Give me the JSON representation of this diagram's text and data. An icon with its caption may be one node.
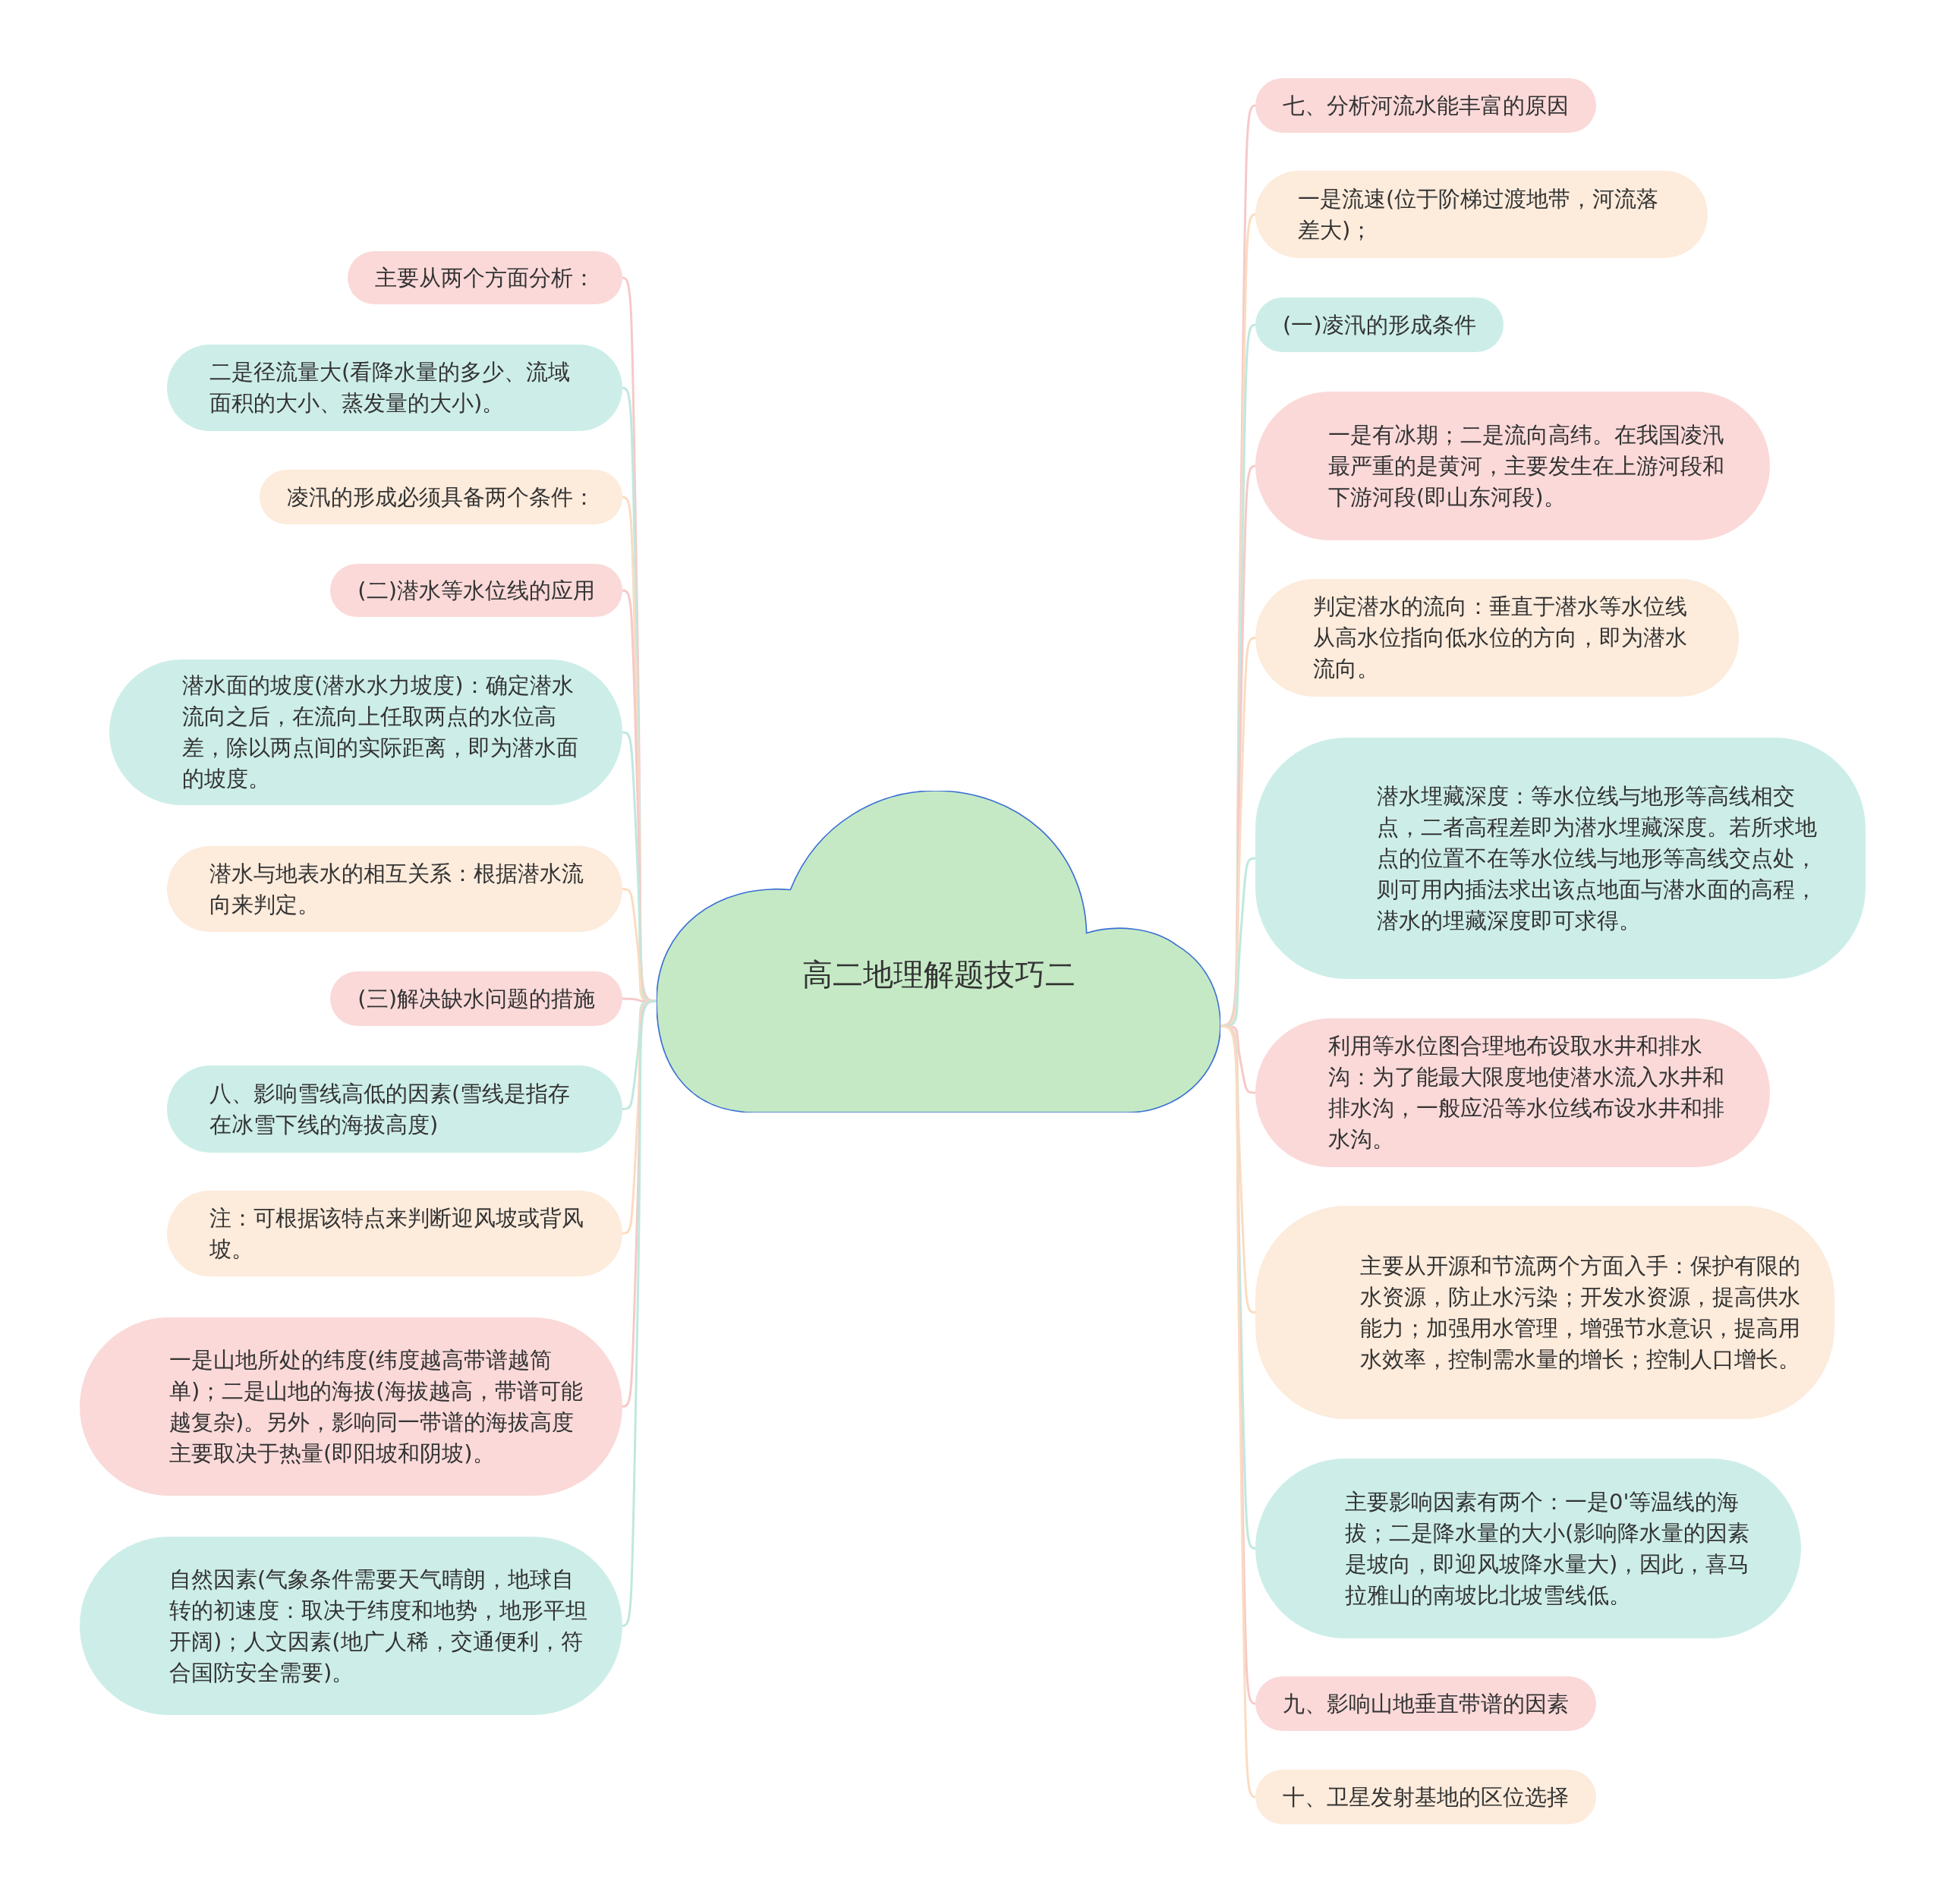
{
  "diagram": {
    "nodes": [
      {
        "text": [
          "高二地理解题技巧二"
        ]
      },
      {
        "text": [
          "主要从两个方面分析："
        ]
      },
      {
        "text": [
          "二是径流量大(看降水量的多少、流域面积的大小、蒸发量的大小)。"
        ]
      },
      {
        "text": [
          "凌汛的形成必须具备两个条件："
        ]
      },
      {
        "text": [
          "(二)潜水等水位线的应用"
        ]
      },
      {
        "text": [
          "潜水面的坡度(潜水水力坡度)：确定潜水流向之后，在流向上任取两点的水位高差，除以两点间的实际距离，即为潜水面的坡度。"
        ]
      },
      {
        "text": [
          "潜水与地表水的相互关系：根据潜水流向来判定。"
        ]
      },
      {
        "text": [
          "(三)解决缺水问题的措施"
        ]
      },
      {
        "text": [
          "八、影响雪线高低的因素(雪线是指存在冰雪下线的海拔高度)"
        ]
      },
      {
        "text": [
          "注：可根据该特点来判断迎风坡或背风坡。"
        ]
      },
      {
        "text": [
          "一是山地所处的纬度(纬度越高带谱越简单)；二是山地的海拔(海拔越高，带谱可能越复杂)。另外，影响同一带谱的海拔高度主要取决于热量(即阳坡和阴坡)。"
        ]
      },
      {
        "text": [
          "自然因素(气象条件需要天气晴朗，地球自转的初速度：取决于纬度和地势，地形平坦开阔)；人文因素(地广人稀，交通便利，符合国防安全需要)。"
        ]
      },
      {
        "text": [
          "七、分析河流水能丰富的原因"
        ]
      },
      {
        "text": [
          "一是流速(位于阶梯过渡地带，河流落差大)；"
        ]
      },
      {
        "text": [
          "(一)凌汛的形成条件"
        ]
      },
      {
        "text": [
          "一是有冰期；二是流向高纬。在我国凌汛最严重的是黄河，主要发生在上游河段和下游河段(即山东河段)。"
        ]
      },
      {
        "text": [
          "判定潜水的流向：垂直于潜水等水位线从高水位指向低水位的方向，即为潜水流向。"
        ]
      },
      {
        "text": [
          "潜水埋藏深度：等水位线与地形等高线相交点，二者高程差即为潜水埋藏深度。若所求地点的位置不在等水位线与地形等高线交点处，则可用内插法求出该点地面与潜水面的高程，潜水的埋藏深度即可求得。"
        ]
      },
      {
        "text": [
          "利用等水位图合理地布设取水井和排水沟：为了能最大限度地使潜水流入水井和排水沟，一般应沿等水位线布设水井和排水沟。"
        ]
      },
      {
        "text": [
          "主要从开源和节流两个方面入手：保护有限的水资源，防止水污染；开发水资源，提高供水能力；加强用水管理，增强节水意识，提高用水效率，控制需水量的增长；控制人口增长。"
        ]
      },
      {
        "text": [
          "主要影响因素有两个：一是0'等温线的海拔；二是降水量的大小(影响降水量的因素是坡向，即迎风坡降水量大)，因此，喜马拉雅山的南坡比北坡雪线低。"
        ]
      },
      {
        "text": [
          "九、影响山地垂直带谱的因素"
        ]
      },
      {
        "text": [
          "十、卫星发射基地的区位选择"
        ]
      }
    ],
    "edges": [
      {
        "from": 0,
        "to": 1,
        "arrow": "none",
        "color": "#f6c9c9"
      },
      {
        "from": 0,
        "to": 2,
        "arrow": "none",
        "color": "#bfe8df"
      },
      {
        "from": 0,
        "to": 3,
        "arrow": "none",
        "color": "#fbdcc0"
      },
      {
        "from": 0,
        "to": 4,
        "arrow": "none",
        "color": "#f6c9c9"
      },
      {
        "from": 0,
        "to": 5,
        "arrow": "none",
        "color": "#bfe8df"
      },
      {
        "from": 0,
        "to": 6,
        "arrow": "none",
        "color": "#fbdcc0"
      },
      {
        "from": 0,
        "to": 7,
        "arrow": "none",
        "color": "#f6c9c9"
      },
      {
        "from": 0,
        "to": 8,
        "arrow": "none",
        "color": "#bfe8df"
      },
      {
        "from": 0,
        "to": 9,
        "arrow": "none",
        "color": "#fbdcc0"
      },
      {
        "from": 0,
        "to": 10,
        "arrow": "none",
        "color": "#f6c9c9"
      },
      {
        "from": 0,
        "to": 11,
        "arrow": "none",
        "color": "#bfe8df"
      },
      {
        "from": 0,
        "to": 12,
        "arrow": "none",
        "color": "#f6c9c9"
      },
      {
        "from": 0,
        "to": 13,
        "arrow": "none",
        "color": "#fbdcc0"
      },
      {
        "from": 0,
        "to": 14,
        "arrow": "none",
        "color": "#bfe8df"
      },
      {
        "from": 0,
        "to": 15,
        "arrow": "none",
        "color": "#f6c9c9"
      },
      {
        "from": 0,
        "to": 16,
        "arrow": "none",
        "color": "#fbdcc0"
      },
      {
        "from": 0,
        "to": 17,
        "arrow": "none",
        "color": "#bfe8df"
      },
      {
        "from": 0,
        "to": 18,
        "arrow": "none",
        "color": "#f6c9c9"
      },
      {
        "from": 0,
        "to": 19,
        "arrow": "none",
        "color": "#fbdcc0"
      },
      {
        "from": 0,
        "to": 20,
        "arrow": "none",
        "color": "#bfe8df"
      },
      {
        "from": 0,
        "to": 21,
        "arrow": "none",
        "color": "#f6c9c9"
      },
      {
        "from": 0,
        "to": 22,
        "arrow": "none",
        "color": "#fbdcc0"
      }
    ]
  }
}
